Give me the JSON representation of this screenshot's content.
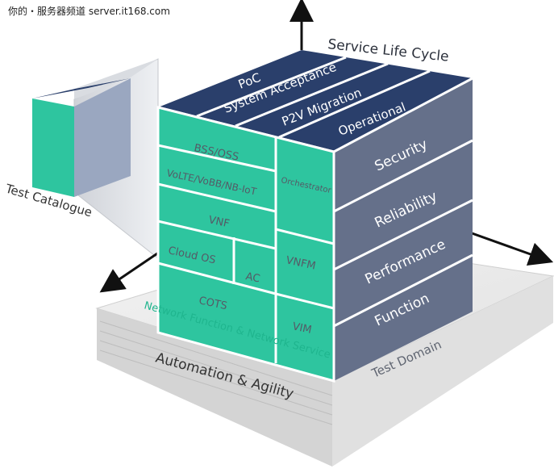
{
  "watermark": "你的・服务器频道 server.it168.com",
  "axes": {
    "top": "Service Life Cycle",
    "right": "Test Domain",
    "front": "Network Function & Network Service",
    "base": "Automation & Agility",
    "left": "Test Catalogue"
  },
  "top_face": [
    "PoC",
    "System Acceptance",
    "P2V Migration",
    "Operational"
  ],
  "right_face": [
    "Security",
    "Reliability",
    "Performance",
    "Function"
  ],
  "front_face": {
    "bss": "BSS/OSS",
    "volte": "VoLTE/VoBB/NB-IoT",
    "vnf": "VNF",
    "cloud": "Cloud OS",
    "ac": "AC",
    "cots": "COTS",
    "orchestrator": "Orchestrator",
    "vnfm": "VNFM",
    "vim": "VIM"
  },
  "colors": {
    "teal": "#2ec59f",
    "dark_navy": "#2a3f6b",
    "slate": "#65708a",
    "platform": "#e8e8e8"
  }
}
